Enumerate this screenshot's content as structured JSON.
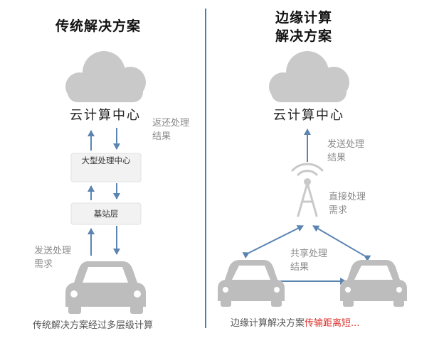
{
  "left": {
    "title": "传统解决方案",
    "cloud_label": "云计算中心",
    "return_note": "返还处理结果",
    "processor_box": "大型处理中心",
    "base_box": "基站层",
    "send_note": "发送处理需求",
    "caption": "传统解决方案经过多层级计算"
  },
  "right": {
    "title_line1": "边缘计算",
    "title_line2": "解决方案",
    "cloud_label": "云计算中心",
    "send_result_note": "发送处理结果",
    "direct_note": "直接处理需求",
    "share_note": "共享处理结果",
    "caption": "边缘计算解决方案",
    "caption_highlight": "传输距离短..."
  },
  "colors": {
    "cloud": "#c9c9c9",
    "car": "#bdbdbd",
    "arrow": "#5b84b1",
    "divider": "#4c7fb1",
    "highlight": "#d9322b"
  },
  "icons": [
    "cloud-icon",
    "car-icon",
    "antenna-tower-icon"
  ]
}
